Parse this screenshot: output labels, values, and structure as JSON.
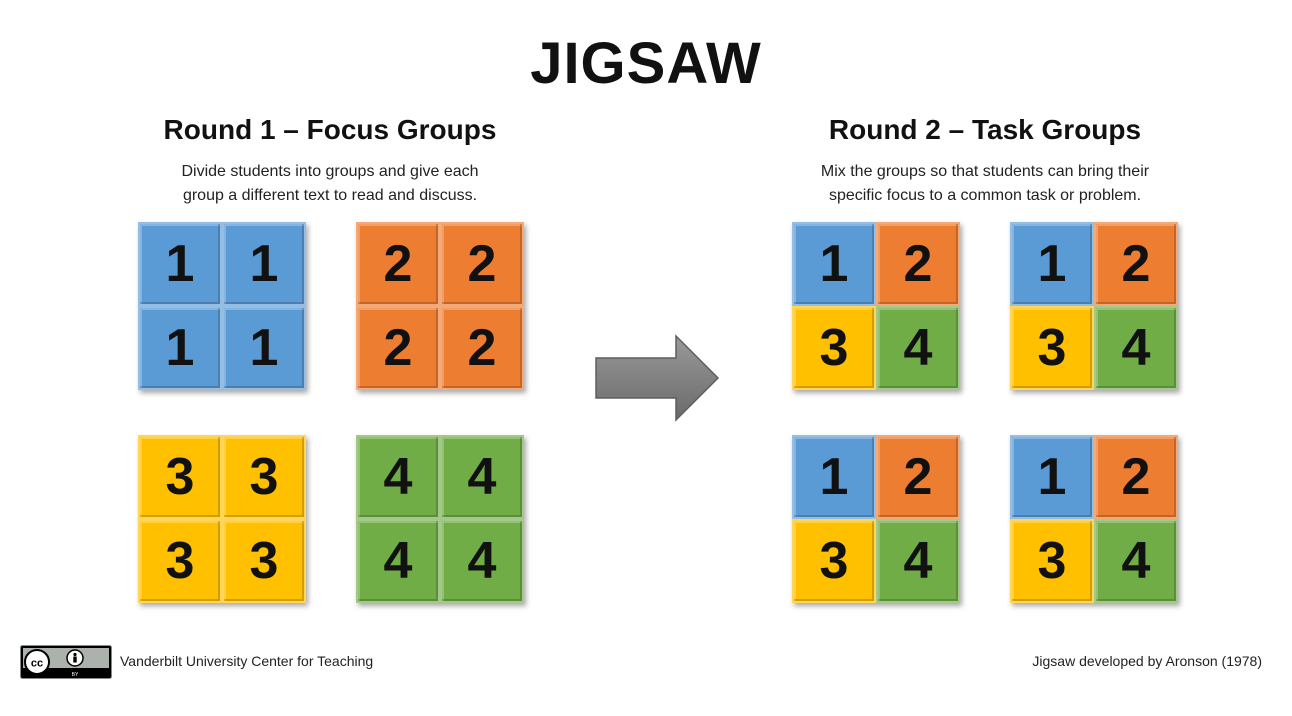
{
  "title": "JIGSAW",
  "round1": {
    "heading": "Round 1 – Focus Groups",
    "desc_line1": "Divide students into groups and give each",
    "desc_line2": "group a different text to read and discuss."
  },
  "round2": {
    "heading": "Round 2 – Task Groups",
    "desc_line1": "Mix the groups so that students can bring their",
    "desc_line2": "specific focus to a common task or problem."
  },
  "colors": {
    "1": "#5b9bd5",
    "2": "#ed7d31",
    "3": "#ffc000",
    "4": "#70ad47",
    "arrow": "#7f7f7f"
  },
  "focus_groups": [
    {
      "name": "focus-group-1",
      "tiles": [
        "1",
        "1",
        "1",
        "1"
      ]
    },
    {
      "name": "focus-group-2",
      "tiles": [
        "2",
        "2",
        "2",
        "2"
      ]
    },
    {
      "name": "focus-group-3",
      "tiles": [
        "3",
        "3",
        "3",
        "3"
      ]
    },
    {
      "name": "focus-group-4",
      "tiles": [
        "4",
        "4",
        "4",
        "4"
      ]
    }
  ],
  "task_groups": [
    {
      "name": "task-group-a",
      "tiles": [
        "1",
        "2",
        "3",
        "4"
      ]
    },
    {
      "name": "task-group-b",
      "tiles": [
        "1",
        "2",
        "3",
        "4"
      ]
    },
    {
      "name": "task-group-c",
      "tiles": [
        "1",
        "2",
        "3",
        "4"
      ]
    },
    {
      "name": "task-group-d",
      "tiles": [
        "1",
        "2",
        "3",
        "4"
      ]
    }
  ],
  "footer": {
    "license_icon": "cc-by-icon",
    "left_text": "Vanderbilt University Center for Teaching",
    "right_text": "Jigsaw developed by Aronson (1978)"
  }
}
